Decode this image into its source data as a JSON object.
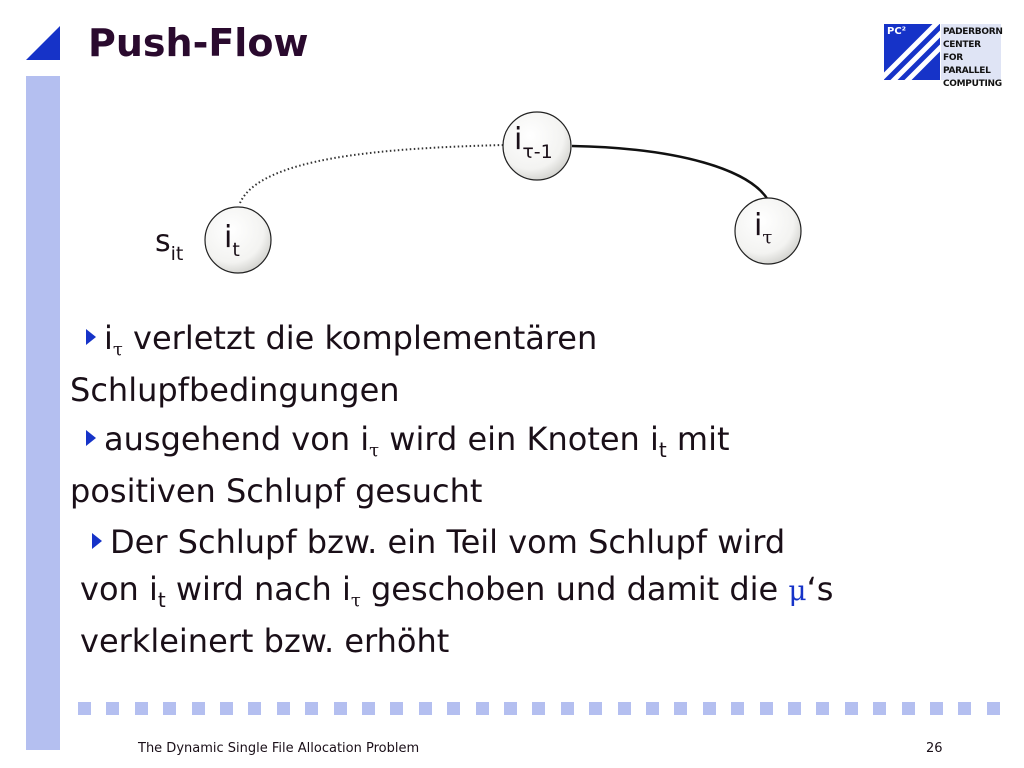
{
  "slide": {
    "title": "Push-Flow",
    "logo": {
      "mark_text": "PC²",
      "lines": [
        "PADERBORN",
        "CENTER FOR",
        "PARALLEL",
        "COMPUTING"
      ]
    }
  },
  "diagram": {
    "nodes": [
      {
        "id": "it",
        "main": "i",
        "sub": "t"
      },
      {
        "id": "itau-1",
        "main": "i",
        "sub": "τ-1"
      },
      {
        "id": "itau",
        "main": "i",
        "sub": "τ"
      }
    ],
    "slack_label": {
      "main": "s",
      "sub": "it"
    }
  },
  "bullets": {
    "b1": {
      "main": "i",
      "sub": "τ",
      "text": " verletzt die komplementären",
      "line2": "Schlupfbedingungen"
    },
    "b2": {
      "t1": "ausgehend von i",
      "sub1": "τ",
      "t2": " wird ein Knoten i",
      "sub2": "t",
      "t3": " mit",
      "line2": "positiven Schlupf gesucht"
    },
    "b3": {
      "line1": "Der Schlupf bzw. ein Teil vom Schlupf wird",
      "t1": "von i",
      "sub1": "t",
      "t2": " wird nach i",
      "sub2": "τ",
      "t3": " geschoben und damit die ",
      "mu": "μ",
      "t4": "‘s",
      "line3": "verkleinert bzw. erhöht"
    }
  },
  "footer": {
    "title": "The Dynamic Single File Allocation Problem",
    "page": "26"
  },
  "colors": {
    "accent": "#1633c8",
    "bar": "#b4bff0",
    "text": "#1a0f18"
  }
}
